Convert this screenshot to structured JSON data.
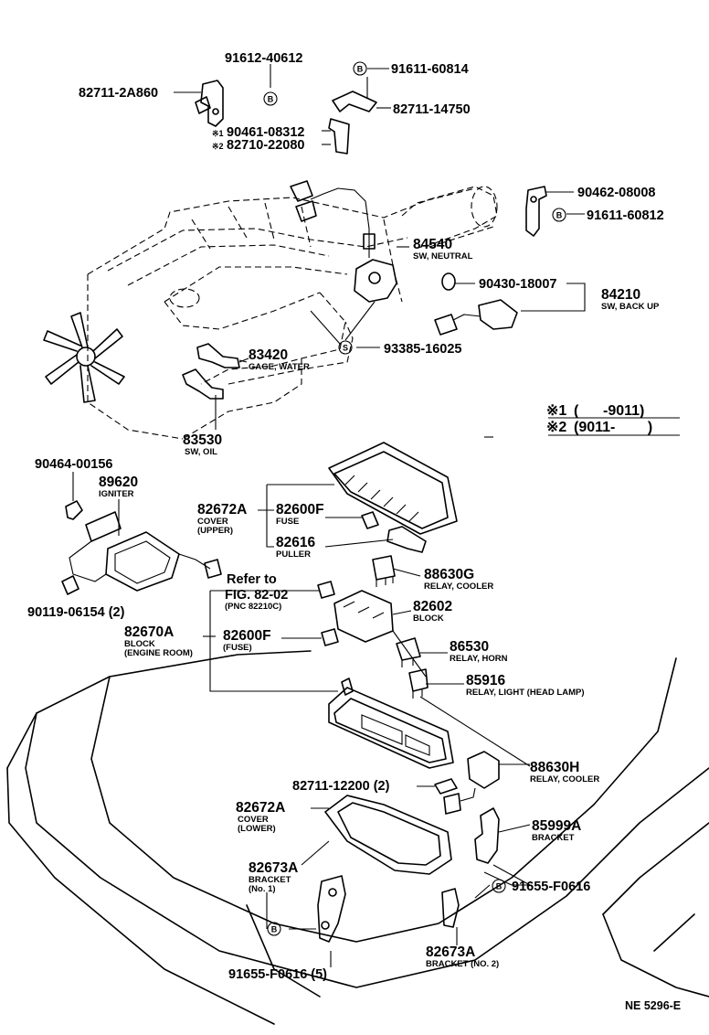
{
  "parts": {
    "p91612": "91612-40612",
    "p91611a": "91611-60814",
    "p82711a": "82711-2A860",
    "p82711b": "82711-14750",
    "p90461": "90461-08312",
    "p82710": "82710-22080",
    "p90462": "90462-08008",
    "p91611b": "91611-60812",
    "p84540": "84540",
    "p84540_name": "SW, NEUTRAL",
    "p90430": "90430-18007",
    "p84210": "84210",
    "p84210_name": "SW, BACK UP",
    "p83420": "83420",
    "p83420_name": "GAGE, WATER",
    "p93385": "93385-16025",
    "p83530": "83530",
    "p83530_name": "SW, OIL",
    "p90464": "90464-00156",
    "p89620": "89620",
    "p89620_name": "IGNITER",
    "p82672a_up": "82672A",
    "p82672a_up_name1": "COVER",
    "p82672a_up_name2": "(UPPER)",
    "p82600f_a": "82600F",
    "p82600f_a_name": "FUSE",
    "p82616": "82616",
    "p82616_name": "PULLER",
    "p88630g": "88630G",
    "p88630g_name": "RELAY, COOLER",
    "p82602": "82602",
    "p82602_name": "BLOCK",
    "p90119": "90119-06154 (2)",
    "p82670a": "82670A",
    "p82670a_name1": "BLOCK",
    "p82670a_name2": "(ENGINE ROOM)",
    "p82600f_b": "82600F",
    "p82600f_b_name": "(FUSE)",
    "p86530": "86530",
    "p86530_name": "RELAY, HORN",
    "p85916": "85916",
    "p85916_name": "RELAY, LIGHT (HEAD LAMP)",
    "p88630h": "88630H",
    "p88630h_name": "RELAY, COOLER",
    "p82711c": "82711-12200 (2)",
    "p82672a_lo": "82672A",
    "p82672a_lo_name1": "COVER",
    "p82672a_lo_name2": "(LOWER)",
    "p85999a": "85999A",
    "p85999a_name": "BRACKET",
    "p82673a_1": "82673A",
    "p82673a_1_name1": "BRACKET",
    "p82673a_1_name2": "(No. 1)",
    "p91655a": "91655-F0616",
    "p82673a_2": "82673A",
    "p82673a_2_name": "BRACKET (NO. 2)",
    "p91655b": "91655-F0616 (5)"
  },
  "refer": {
    "line1": "Refer to",
    "line2": "FIG. 82-02",
    "line3": "(PNC 82210C)"
  },
  "notes": {
    "n1_mark": "※1",
    "n1_range": "(      -9011)",
    "n2_mark": "※2",
    "n2_range": "(9011-        )",
    "sub1": "※1",
    "sub2": "※2"
  },
  "symbols": {
    "b": "B",
    "s": "S"
  },
  "footer": "NE 5296-E"
}
